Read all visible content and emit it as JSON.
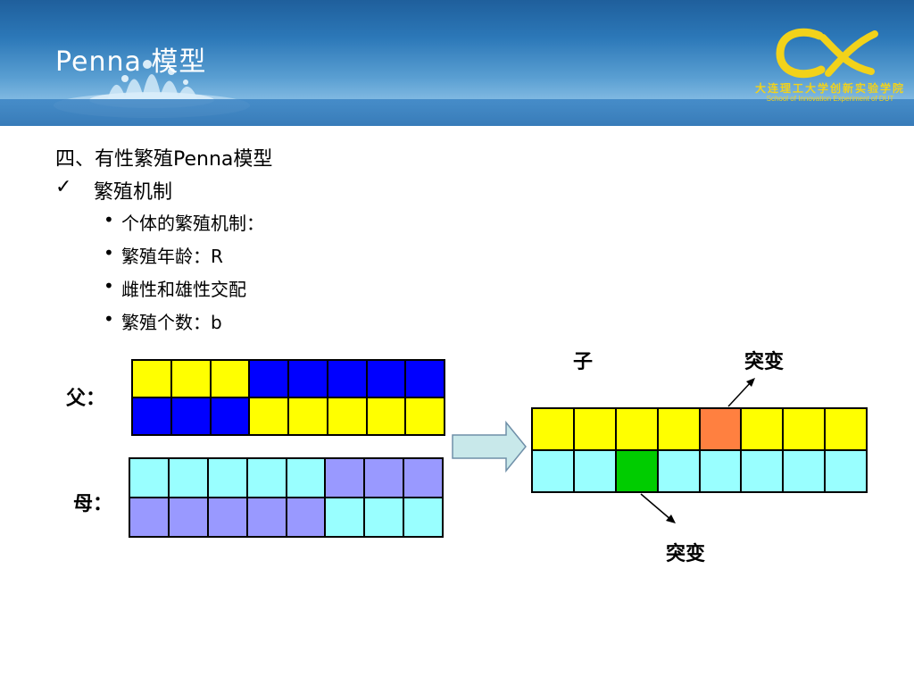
{
  "title": "Penna  模型",
  "logo": {
    "cn": "大连理工大学创新实验学院",
    "en": "School  of  Innovation  Experiment  of  DUT"
  },
  "content": {
    "heading": "四、有性繁殖Penna模型",
    "check_mark": "✓",
    "subheading": "繁殖机制",
    "bullets": [
      "个体的繁殖机制：",
      "繁殖年龄：R",
      "雌性和雄性交配",
      "繁殖个数：b"
    ]
  },
  "labels": {
    "father": "父：",
    "mother": "母：",
    "child": "子",
    "mutation_top": "突变",
    "mutation_bottom": "突变"
  },
  "colors": {
    "yellow": "#ffff00",
    "blue": "#0000ff",
    "cyan": "#99ffff",
    "lavender": "#9999ff",
    "orange": "#ff8040",
    "green": "#00cc00",
    "arrow_fill": "#c8e8ea"
  },
  "grids": {
    "father": [
      [
        "yellow",
        "yellow",
        "yellow",
        "blue",
        "blue",
        "blue",
        "blue",
        "blue"
      ],
      [
        "blue",
        "blue",
        "blue",
        "yellow",
        "yellow",
        "yellow",
        "yellow",
        "yellow"
      ]
    ],
    "mother": [
      [
        "cyan",
        "cyan",
        "cyan",
        "cyan",
        "cyan",
        "lavender",
        "lavender",
        "lavender"
      ],
      [
        "lavender",
        "lavender",
        "lavender",
        "lavender",
        "lavender",
        "cyan",
        "cyan",
        "cyan"
      ]
    ],
    "child": [
      [
        "yellow",
        "yellow",
        "yellow",
        "yellow",
        "orange",
        "yellow",
        "yellow",
        "yellow"
      ],
      [
        "cyan",
        "cyan",
        "green",
        "cyan",
        "cyan",
        "cyan",
        "cyan",
        "cyan"
      ]
    ]
  }
}
